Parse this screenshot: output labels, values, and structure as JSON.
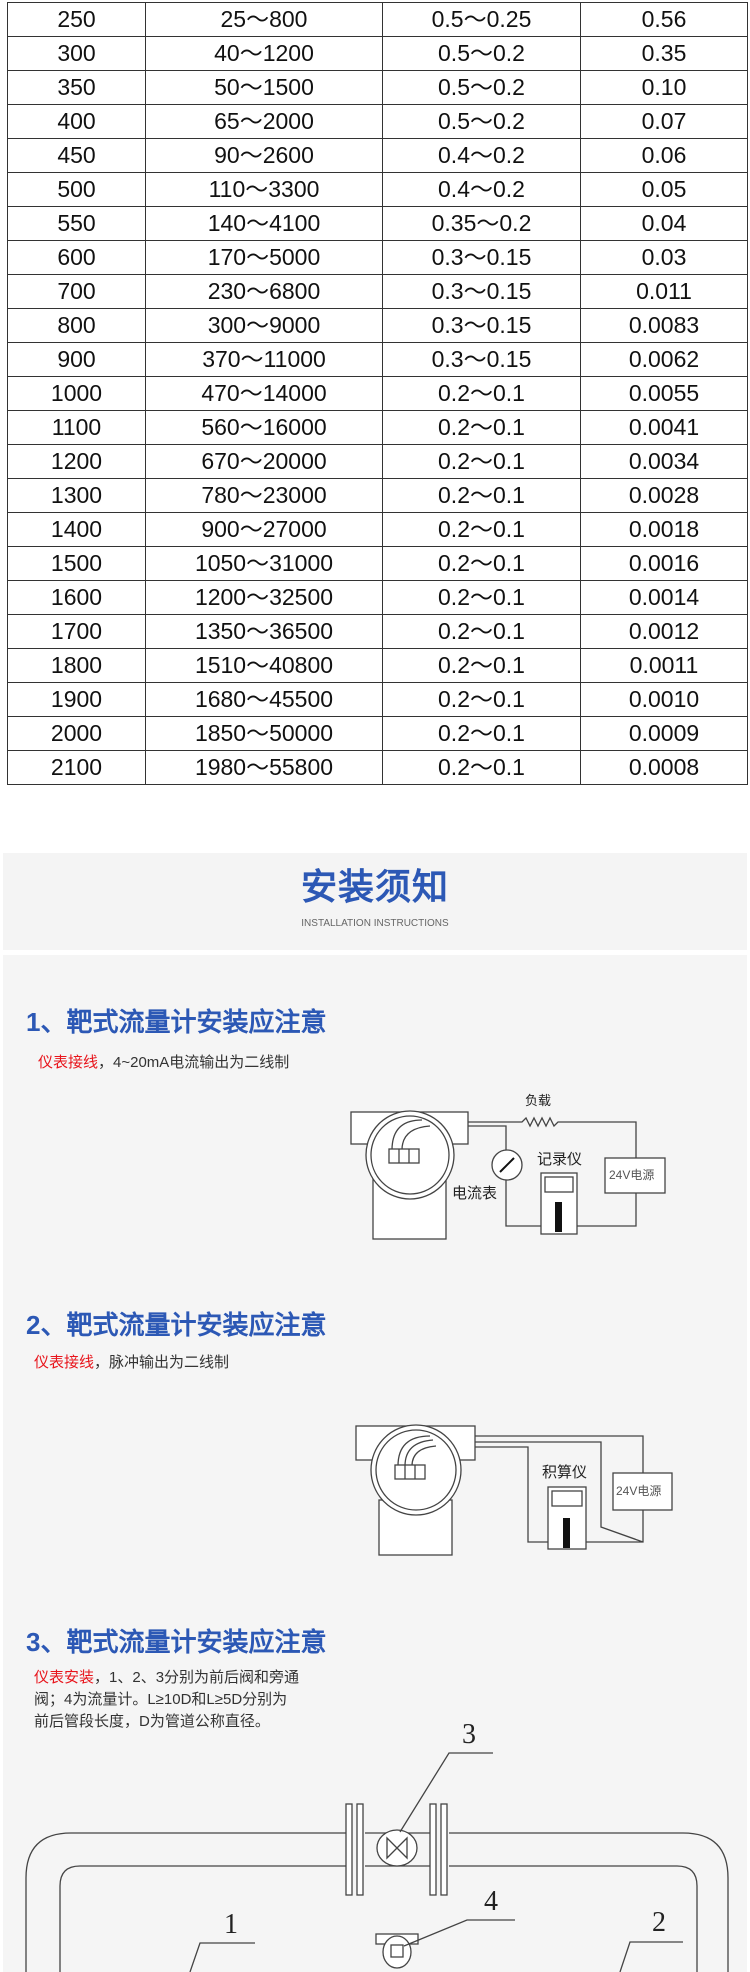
{
  "table": {
    "rows": [
      [
        "250",
        "25～800",
        "0.5～0.25",
        "0.56"
      ],
      [
        "300",
        "40～1200",
        "0.5～0.2",
        "0.35"
      ],
      [
        "350",
        "50～1500",
        "0.5～0.2",
        "0.10"
      ],
      [
        "400",
        "65～2000",
        "0.5～0.2",
        "0.07"
      ],
      [
        "450",
        "90～2600",
        "0.4～0.2",
        "0.06"
      ],
      [
        "500",
        "110～3300",
        "0.4～0.2",
        "0.05"
      ],
      [
        "550",
        "140～4100",
        "0.35～0.2",
        "0.04"
      ],
      [
        "600",
        "170～5000",
        "0.3～0.15",
        "0.03"
      ],
      [
        "700",
        "230～6800",
        "0.3～0.15",
        "0.011"
      ],
      [
        "800",
        "300～9000",
        "0.3～0.15",
        "0.0083"
      ],
      [
        "900",
        "370～11000",
        "0.3～0.15",
        "0.0062"
      ],
      [
        "1000",
        "470～14000",
        "0.2～0.1",
        "0.0055"
      ],
      [
        "1100",
        "560～16000",
        "0.2～0.1",
        "0.0041"
      ],
      [
        "1200",
        "670～20000",
        "0.2～0.1",
        "0.0034"
      ],
      [
        "1300",
        "780～23000",
        "0.2～0.1",
        "0.0028"
      ],
      [
        "1400",
        "900～27000",
        "0.2～0.1",
        "0.0018"
      ],
      [
        "1500",
        "1050～31000",
        "0.2～0.1",
        "0.0016"
      ],
      [
        "1600",
        "1200～32500",
        "0.2～0.1",
        "0.0014"
      ],
      [
        "1700",
        "1350～36500",
        "0.2～0.1",
        "0.0012"
      ],
      [
        "1800",
        "1510～40800",
        "0.2～0.1",
        "0.0011"
      ],
      [
        "1900",
        "1680～45500",
        "0.2～0.1",
        "0.0010"
      ],
      [
        "2000",
        "1850～50000",
        "0.2～0.1",
        "0.0009"
      ],
      [
        "2100",
        "1980～55800",
        "0.2～0.1",
        "0.0008"
      ]
    ]
  },
  "banner": {
    "title": "安装须知",
    "subtitle": "INSTALLATION INSTRUCTIONS"
  },
  "sections": [
    {
      "heading": "1、靶式流量计安装应注意",
      "highlight": "仪表接线",
      "text": "，4~20mA电流输出为二线制",
      "labels": {
        "load": "负载",
        "recorder": "记录仪",
        "ammeter": "电流表",
        "power": "24V电源"
      }
    },
    {
      "heading": "2、靶式流量计安装应注意",
      "highlight": "仪表接线",
      "text": "，脉冲输出为二线制",
      "labels": {
        "integrator": "积算仪",
        "power": "24V电源"
      }
    },
    {
      "heading": "3、靶式流量计安装应注意",
      "highlight": "仪表安装",
      "text1": "，1、2、3分别为前后阀和旁通",
      "text2": "阀；4为流量计。L≥10D和L≥5D分别为",
      "text3": "前后管段长度，D为管道公称直径。",
      "labels": {
        "n1": "1",
        "n2": "2",
        "n3": "3",
        "n4": "4"
      }
    }
  ],
  "colors": {
    "heading": "#2c58b5",
    "highlight": "#e8141b",
    "section_bg": "#f5f5f5"
  }
}
